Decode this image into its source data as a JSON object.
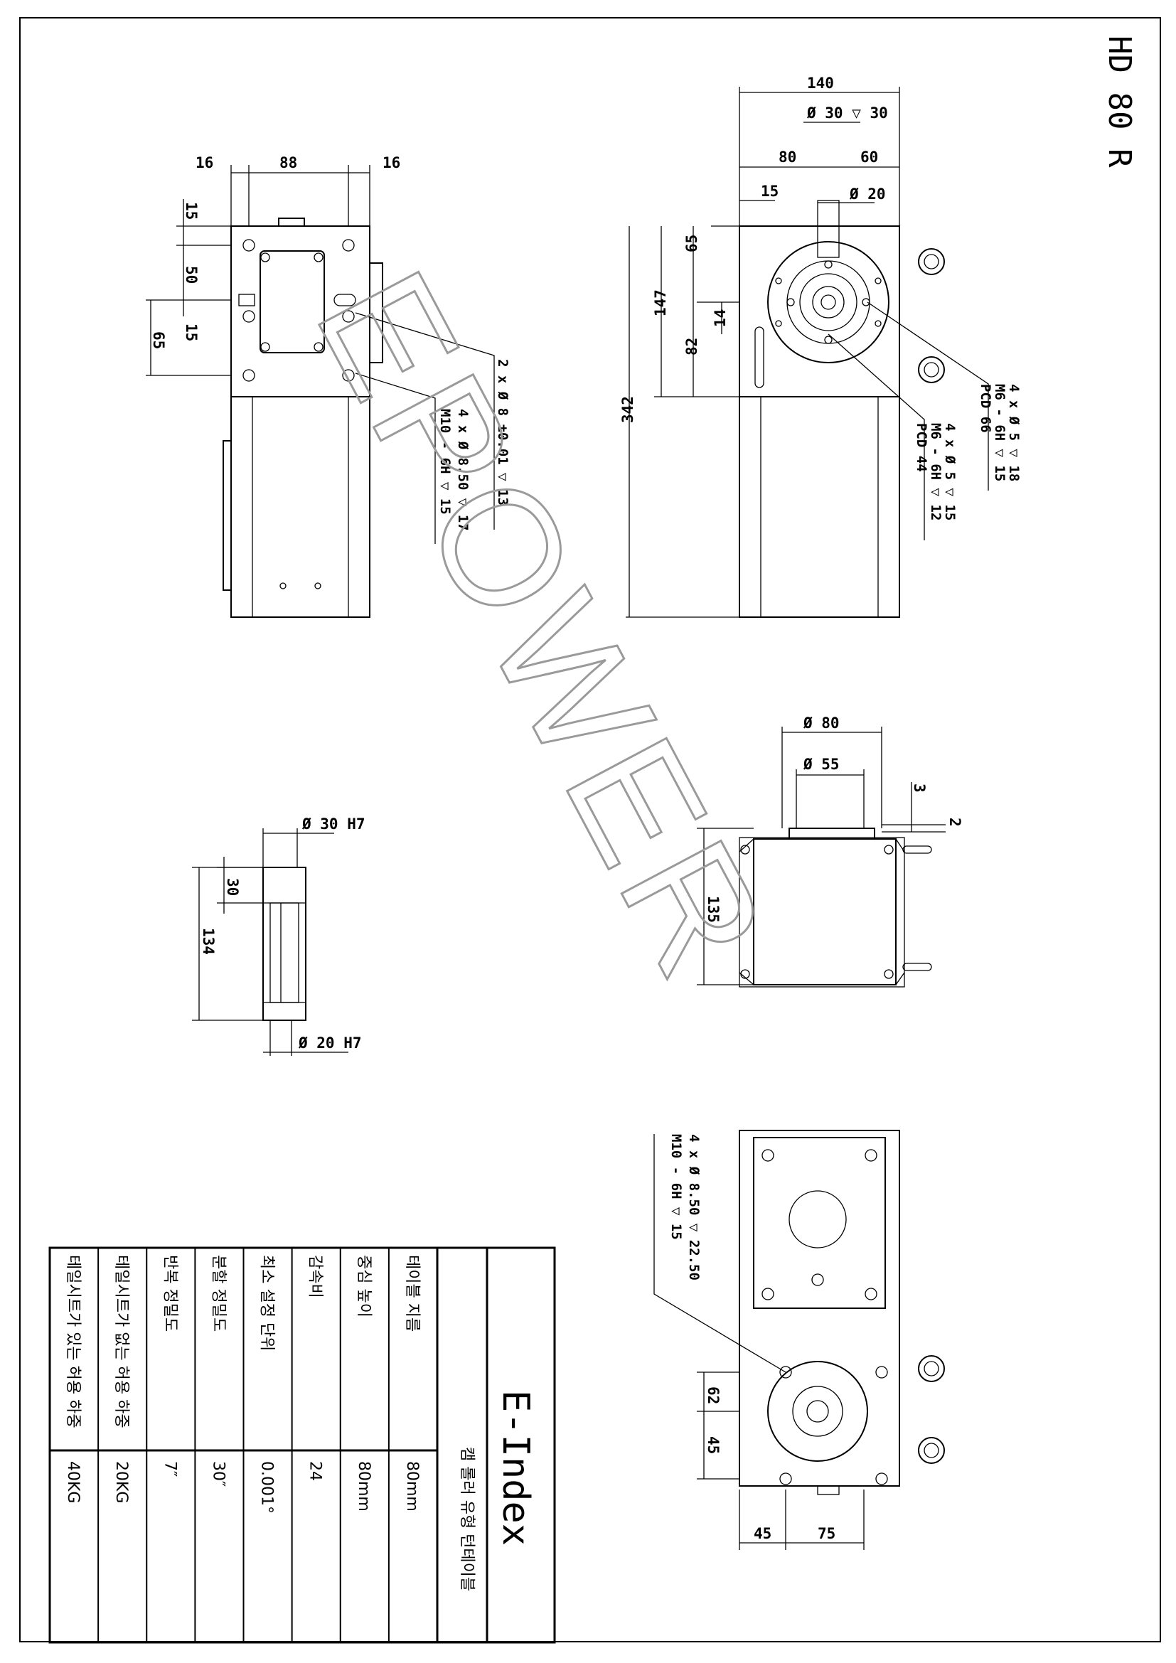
{
  "drawing": {
    "title": "HD 80 R",
    "watermark": "EPOWER",
    "brand": "E-Index",
    "product_type": "캠 롤러 유형 턴테이블"
  },
  "side_view": {
    "dims": {
      "left": "16",
      "mid": "88",
      "right": "16",
      "top_offset": "15",
      "hole_pitch": "50",
      "pin_offset": "15",
      "pin_pitch": "65"
    },
    "notes": [
      "2 x Ø 8 ±0.01 ▽ 13",
      "4 x Ø 8.50 ▽ 17",
      "M10 - 6H ▽ 15"
    ]
  },
  "front_view": {
    "dims": {
      "width": "140",
      "bore": "Ø 30 ▽ 30",
      "left": "80",
      "right": "60",
      "edge": "15",
      "inner_bore": "Ø 20",
      "top": "65",
      "mid": "147",
      "low": "82",
      "pin": "14",
      "total": "342"
    },
    "notes_a": [
      "4 x Ø 5 ▽ 18",
      "M6 - 6H ▽ 15",
      "PCD 66"
    ],
    "notes_b": [
      "4 x Ø 5 ▽ 15",
      "M6 - 6H ▽ 12",
      "PCD 44"
    ]
  },
  "top_view": {
    "dims": {
      "outer": "Ø 80",
      "inner": "Ø 55",
      "step_a": "3",
      "step_b": "2",
      "height": "135"
    }
  },
  "shaft_section": {
    "dims": {
      "top_bore": "Ø 30 H7",
      "depth": "30",
      "length": "134",
      "bottom_bore": "Ø 20 H7"
    }
  },
  "bottom_view": {
    "dims": {
      "pitch_a": "62",
      "pitch_b": "45",
      "left": "45",
      "right": "75"
    },
    "notes": [
      "4 x Ø 8.50 ▽ 22.50",
      "M10 - 6H ▽ 15"
    ]
  },
  "spec_table": {
    "rows": [
      {
        "label": "테이블 지름",
        "value": "80mm"
      },
      {
        "label": "중심 높이",
        "value": "80mm"
      },
      {
        "label": "감속비",
        "value": "24"
      },
      {
        "label": "최소 설정 단위",
        "value": "0.001°"
      },
      {
        "label": "분할 정밀도",
        "value": "30″"
      },
      {
        "label": "반복 정밀도",
        "value": "7″"
      },
      {
        "label": "테일시트가 없는 허용 하중",
        "value": "20KG"
      },
      {
        "label": "테일시트가 있는 허용 하중",
        "value": "40KG"
      }
    ]
  }
}
